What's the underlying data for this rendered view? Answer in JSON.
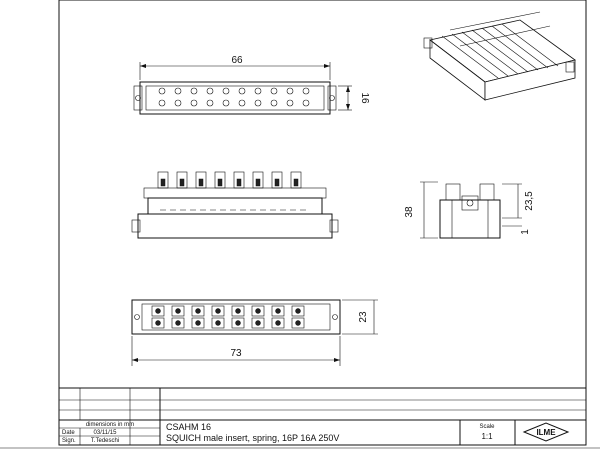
{
  "dimensions": {
    "top_width": "66",
    "top_height": "16",
    "side_height": "38",
    "side_upper": "23,5",
    "side_gap": "1",
    "bottom_height": "23",
    "bottom_width": "73"
  },
  "title_block": {
    "units_note": "dimensions in mm",
    "date_label": "Date",
    "date_value": "03/11/15",
    "sign_label": "Sign.",
    "sign_value": "T.Tedeschi",
    "part_code": "CSAHM 16",
    "description": "SQUICH male insert, spring, 16P 16A 250V",
    "scale_label": "Scale",
    "scale_value": "1:1",
    "logo_text": "ILME"
  },
  "colors": {
    "line": "#111111",
    "paper": "#ffffff"
  }
}
